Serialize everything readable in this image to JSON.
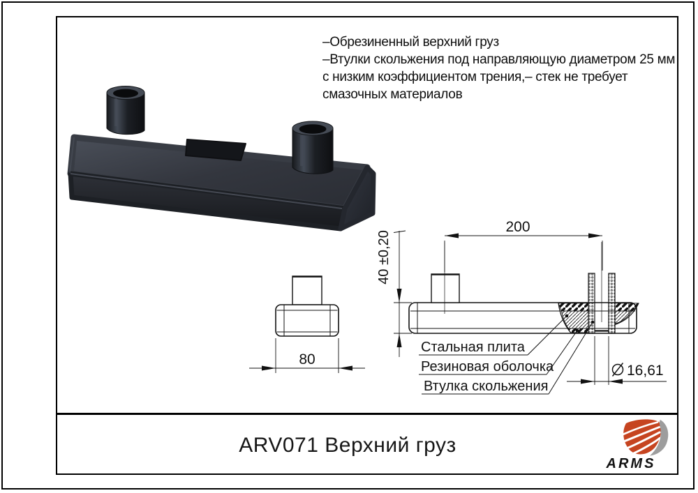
{
  "page": {
    "product_code_title": "ARV071 Верхний груз",
    "brand": "ARMS"
  },
  "description": {
    "lines": [
      "–Обрезиненный верхний груз",
      "–Втулки скольжения под направляющую диаметром 25 мм",
      "с низким коэффициентом трения,– стек не требует",
      "смазочных материалов"
    ]
  },
  "drawing": {
    "dims": {
      "center_distance": "200",
      "height": "40 ±0,20",
      "width": "80",
      "bore_diameter": "16,61"
    },
    "callouts": {
      "steel_plate": "Стальная плита",
      "rubber_shell": "Резиновая оболочка",
      "sliding_bushing": "Втулка скольжения"
    }
  },
  "colors": {
    "line": "#111111",
    "logo_red": "#c64420",
    "logo_gray": "#9d9d9d",
    "logo_text": "#47484a",
    "product_body": "#2c2f36"
  }
}
